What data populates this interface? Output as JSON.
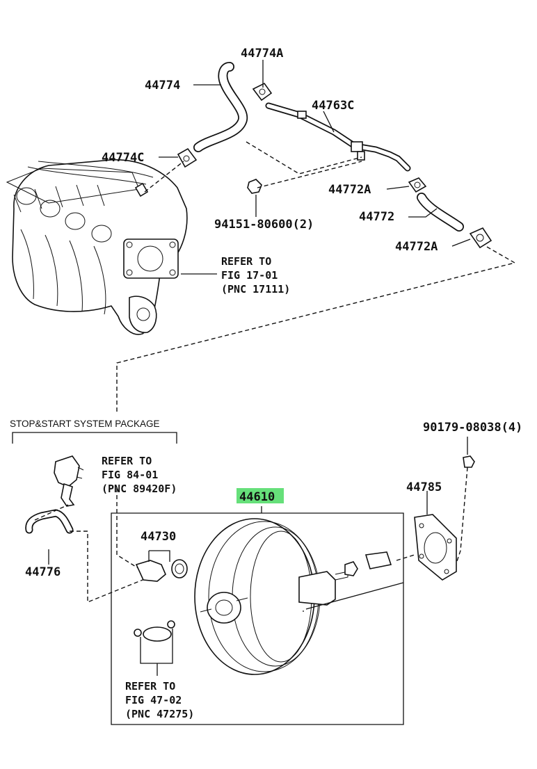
{
  "labels": {
    "p44774A": "44774A",
    "p44774": "44774",
    "p44763C": "44763C",
    "p44774C": "44774C",
    "p44772A_1": "44772A",
    "p94151": "94151-80600(2)",
    "p44772": "44772",
    "p44772A_2": "44772A",
    "p90179": "90179-08038(4)",
    "p44785": "44785",
    "p44610": "44610",
    "p44730": "44730",
    "p44776": "44776"
  },
  "refer_17": {
    "line1": "REFER TO",
    "line2": "FIG 17-01",
    "line3": "(PNC 17111)"
  },
  "refer_84": {
    "line1": "REFER TO",
    "line2": "FIG 84-01",
    "line3": "(PNC 89420F)"
  },
  "refer_47": {
    "line1": "REFER TO",
    "line2": "FIG 47-02",
    "line3": "(PNC 47275)"
  },
  "package_title": "STOP&START SYSTEM PACKAGE",
  "colors": {
    "highlight": "#66e07a",
    "ink": "#111111"
  }
}
